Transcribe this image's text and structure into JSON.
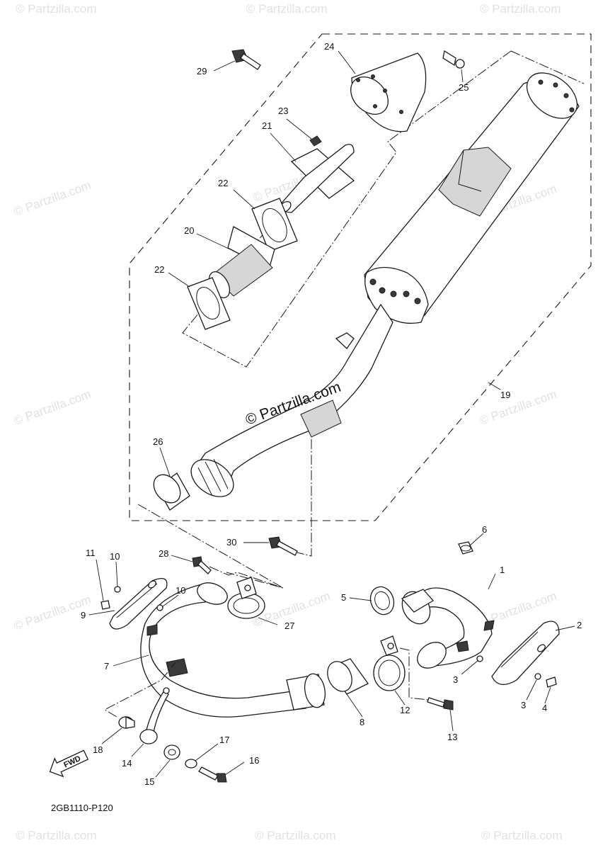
{
  "diagram_code": "2GB1110-P120",
  "watermark": "© Partzilla.com",
  "center_watermark": "© Partzilla.com",
  "fwd_label": "FWD",
  "callouts": {
    "c1": "1",
    "c2": "2",
    "c3a": "3",
    "c3b": "3",
    "c4": "4",
    "c5": "5",
    "c6": "6",
    "c7": "7",
    "c8": "8",
    "c9": "9",
    "c10a": "10",
    "c10b": "10",
    "c11": "11",
    "c12": "12",
    "c13": "13",
    "c14": "14",
    "c15": "15",
    "c16": "16",
    "c17": "17",
    "c18": "18",
    "c19": "19",
    "c20": "20",
    "c21": "21",
    "c22a": "22",
    "c22b": "22",
    "c23": "23",
    "c24": "24",
    "c25": "25",
    "c26": "26",
    "c27": "27",
    "c28": "28",
    "c29": "29",
    "c30": "30"
  }
}
